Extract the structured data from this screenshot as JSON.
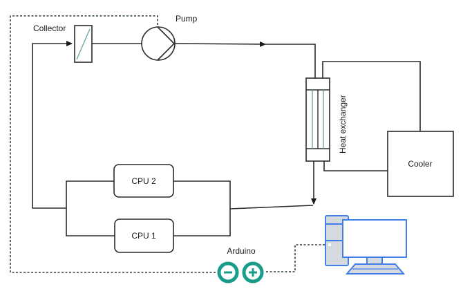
{
  "diagram": {
    "title": "Liquid cooling loop with Arduino monitoring",
    "components": {
      "collector": {
        "label": "Collector",
        "icon": "collector-valve-icon"
      },
      "pump": {
        "label": "Pump",
        "icon": "pump-icon"
      },
      "heat_exchanger": {
        "label": "Heat exchanger",
        "icon": "heat-exchanger-icon"
      },
      "cooler": {
        "label": "Cooler"
      },
      "cpu2": {
        "label": "CPU 2"
      },
      "cpu1": {
        "label": "CPU 1"
      },
      "arduino": {
        "label": "Arduino",
        "icon": "arduino-logo-icon"
      },
      "computer": {
        "icon": "desktop-computer-icon"
      }
    },
    "connections": [
      {
        "from": "pump",
        "to": "heat_exchanger",
        "type": "pipe",
        "arrow": true
      },
      {
        "from": "heat_exchanger",
        "to": "cooler",
        "type": "pipe"
      },
      {
        "from": "cooler",
        "to": "heat_exchanger",
        "type": "pipe"
      },
      {
        "from": "heat_exchanger",
        "to": "cpu_parallel",
        "type": "pipe",
        "arrow": true
      },
      {
        "from": "cpu_parallel",
        "to": "collector",
        "type": "pipe",
        "arrow": true
      },
      {
        "from": "collector",
        "to": "pump",
        "type": "pipe"
      },
      {
        "from": "arduino",
        "to": "pump",
        "type": "signal"
      },
      {
        "from": "arduino",
        "to": "computer",
        "type": "signal"
      }
    ],
    "colors": {
      "pipe": "#2a2a2a",
      "arduino": "#1a9c8a",
      "computer_outline": "#3f7fe6",
      "computer_fill": "#d6dade",
      "accent_line": "#6aa8a8"
    }
  }
}
